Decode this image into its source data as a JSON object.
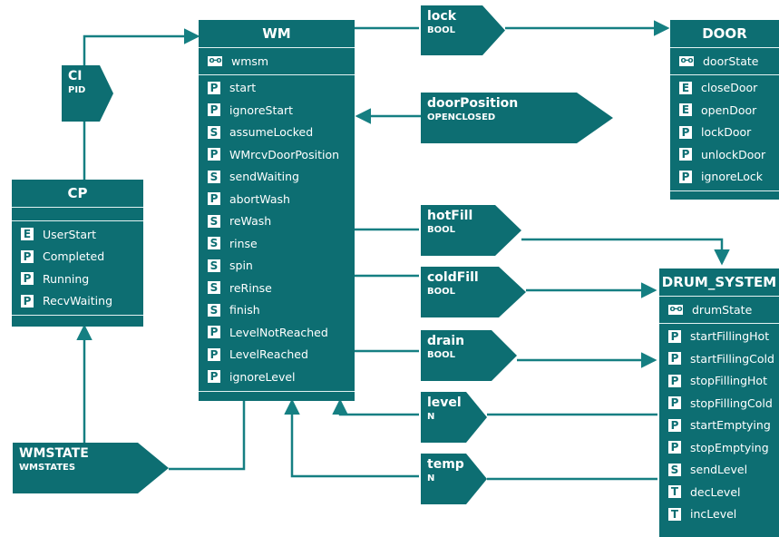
{
  "colors": {
    "block_fill": "#0d6e72",
    "wire": "#157f82",
    "text": "#ffffff"
  },
  "blocks": {
    "wm": {
      "title": "WM",
      "state": {
        "badge": "o-o",
        "label": "wmsm"
      },
      "members": [
        {
          "badge": "P",
          "label": "start"
        },
        {
          "badge": "P",
          "label": "ignoreStart"
        },
        {
          "badge": "S",
          "label": "assumeLocked"
        },
        {
          "badge": "P",
          "label": "WMrcvDoorPosition"
        },
        {
          "badge": "S",
          "label": "sendWaiting"
        },
        {
          "badge": "P",
          "label": "abortWash"
        },
        {
          "badge": "S",
          "label": "reWash"
        },
        {
          "badge": "S",
          "label": "rinse"
        },
        {
          "badge": "S",
          "label": "spin"
        },
        {
          "badge": "S",
          "label": "reRinse"
        },
        {
          "badge": "S",
          "label": "finish"
        },
        {
          "badge": "P",
          "label": "LevelNotReached"
        },
        {
          "badge": "P",
          "label": "LevelReached"
        },
        {
          "badge": "P",
          "label": "ignoreLevel"
        }
      ]
    },
    "door": {
      "title": "DOOR",
      "state": {
        "badge": "o-o",
        "label": "doorState"
      },
      "members": [
        {
          "badge": "E",
          "label": "closeDoor"
        },
        {
          "badge": "E",
          "label": "openDoor"
        },
        {
          "badge": "P",
          "label": "lockDoor"
        },
        {
          "badge": "P",
          "label": "unlockDoor"
        },
        {
          "badge": "P",
          "label": "ignoreLock"
        }
      ]
    },
    "cp": {
      "title": "CP",
      "members": [
        {
          "badge": "E",
          "label": "UserStart"
        },
        {
          "badge": "P",
          "label": "Completed"
        },
        {
          "badge": "P",
          "label": "Running"
        },
        {
          "badge": "P",
          "label": "RecvWaiting"
        }
      ]
    },
    "drum": {
      "title": "DRUM_SYSTEM",
      "state": {
        "badge": "o-o",
        "label": "drumState"
      },
      "members": [
        {
          "badge": "P",
          "label": "startFillingHot"
        },
        {
          "badge": "P",
          "label": "startFillingCold"
        },
        {
          "badge": "P",
          "label": "stopFillingHot"
        },
        {
          "badge": "P",
          "label": "stopFillingCold"
        },
        {
          "badge": "P",
          "label": "startEmptying"
        },
        {
          "badge": "P",
          "label": "stopEmptying"
        },
        {
          "badge": "S",
          "label": "sendLevel"
        },
        {
          "badge": "T",
          "label": "decLevel"
        },
        {
          "badge": "T",
          "label": "incLevel"
        }
      ]
    }
  },
  "connectors": {
    "lock": {
      "name": "lock",
      "type": "BOOL"
    },
    "doorPosition": {
      "name": "doorPosition",
      "type": "OPENCLOSED"
    },
    "ci": {
      "name": "CI",
      "type": "PID"
    },
    "hotFill": {
      "name": "hotFill",
      "type": "BOOL"
    },
    "coldFill": {
      "name": "coldFill",
      "type": "BOOL"
    },
    "drain": {
      "name": "drain",
      "type": "BOOL"
    },
    "level": {
      "name": "level",
      "type": "N"
    },
    "temp": {
      "name": "temp",
      "type": "N"
    },
    "wmstate": {
      "name": "WMSTATE",
      "type": "WMSTATES"
    }
  }
}
